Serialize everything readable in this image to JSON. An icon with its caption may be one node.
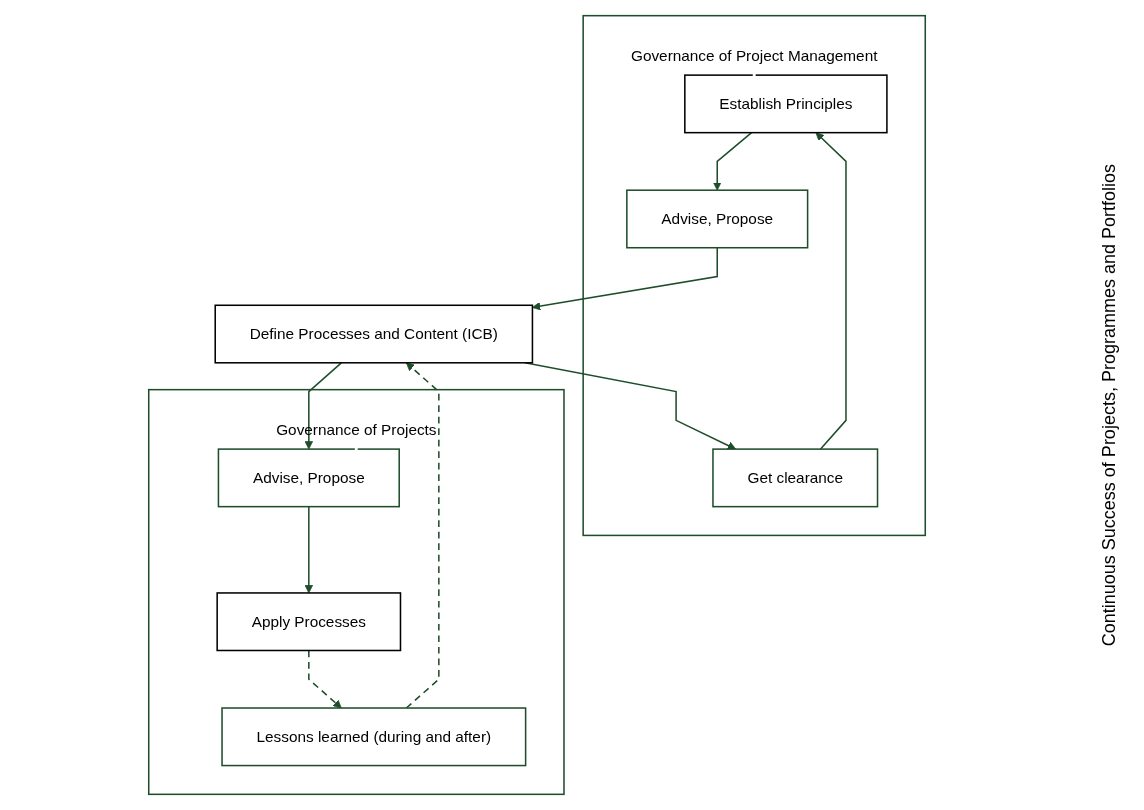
{
  "diagram": {
    "nodes": [
      {
        "text": [
          "Governance of Project Management"
        ]
      },
      {
        "text": [
          "Establish Principles"
        ],
        "in": 0
      },
      {
        "text": [
          "Get clearance"
        ],
        "in": 0
      },
      {
        "text": [
          "Advise, Propose"
        ],
        "in": 0
      },
      {
        "text": [
          "Define Processes and Content (ICB)"
        ]
      },
      {
        "text": [
          "Governance of Projects"
        ]
      },
      {
        "text": [
          "Lessons learned (during and after)"
        ],
        "in": 5
      },
      {
        "text": [
          "Advise, Propose"
        ],
        "in": 5
      },
      {
        "text": [
          "Apply Processes"
        ],
        "in": 5
      }
    ],
    "edges": [
      {
        "from": 2,
        "to": 1,
        "arrow": "to"
      },
      {
        "from": 1,
        "to": 3,
        "arrow": "to"
      },
      {
        "from": 3,
        "to": 4,
        "arrow": "to"
      },
      {
        "from": 4,
        "to": 2,
        "arrow": "to"
      },
      {
        "from": 6,
        "to": 4,
        "arrow": "to",
        "style": "dashed"
      },
      {
        "from": 4,
        "to": 7,
        "arrow": "to"
      },
      {
        "from": 7,
        "to": 8,
        "arrow": "to"
      },
      {
        "from": 8,
        "to": 6,
        "arrow": "to",
        "style": "dashed"
      }
    ],
    "labels": [
      "Continuous Success of Projects, Programmes and Portfolios"
    ]
  }
}
